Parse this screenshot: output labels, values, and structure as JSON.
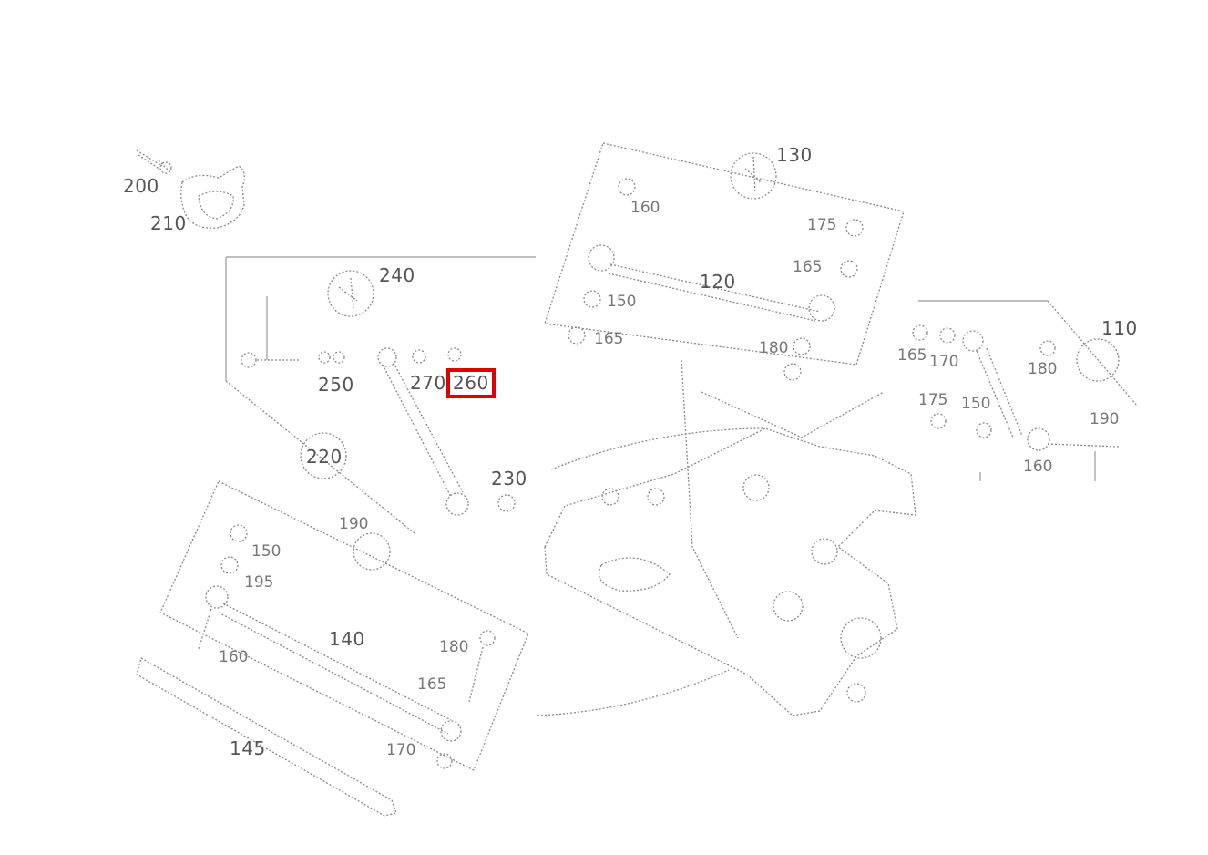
{
  "diagram": {
    "highlight_color": "#e00000",
    "highlighted_part": "260",
    "labels": {
      "p200": "200",
      "p210": "210",
      "p240": "240",
      "p250": "250",
      "p270": "270",
      "p260": "260",
      "p220": "220",
      "p230": "230",
      "p130": "130",
      "p120": "120",
      "p110": "110",
      "p140": "140",
      "p145": "145",
      "p160": "160",
      "p165": "165",
      "p170": "170",
      "p175": "175",
      "p180": "180",
      "p150": "150",
      "p190": "190",
      "p195": "195"
    }
  }
}
